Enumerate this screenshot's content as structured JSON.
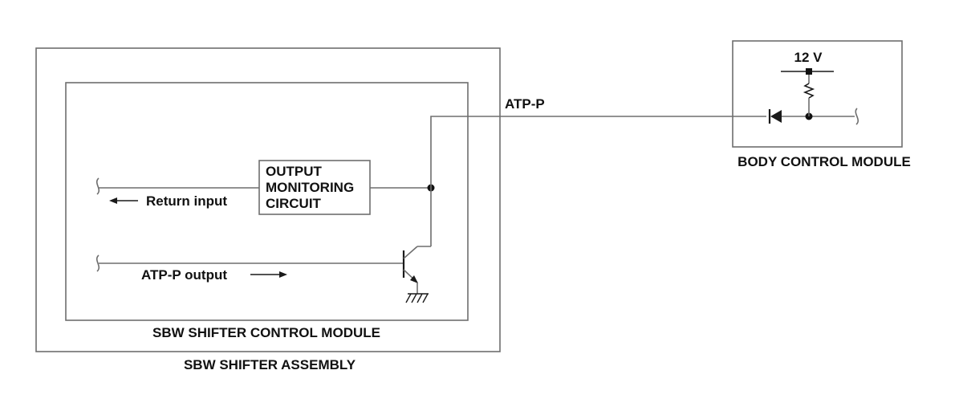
{
  "assembly": {
    "label": "SBW SHIFTER ASSEMBLY"
  },
  "control_module": {
    "label": "SBW SHIFTER CONTROL MODULE"
  },
  "monitor_circuit": {
    "line1": "OUTPUT",
    "line2": "MONITORING",
    "line3": "CIRCUIT"
  },
  "signals": {
    "return_input": "Return input",
    "atp_output": "ATP-P output"
  },
  "wire": {
    "label": "ATP-P"
  },
  "bcm": {
    "label": "BODY CONTROL MODULE",
    "voltage": "12 V"
  }
}
